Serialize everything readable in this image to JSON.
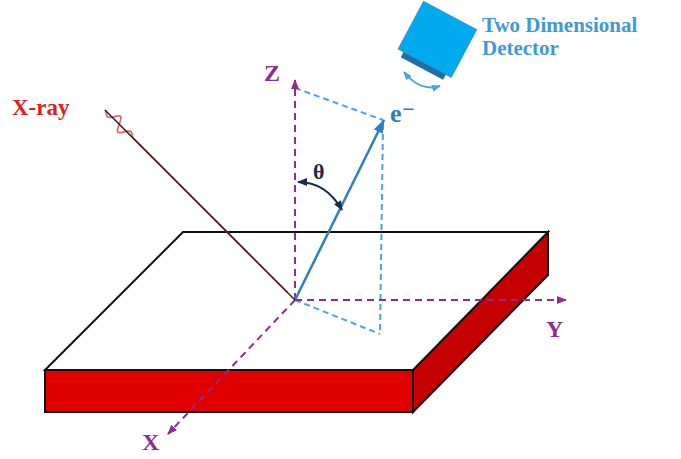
{
  "diagram": {
    "labels": [
      "Two Dimensional Detector",
      "Z",
      "θ",
      "e⁻",
      "X-ray",
      "Y",
      "X"
    ]
  }
}
